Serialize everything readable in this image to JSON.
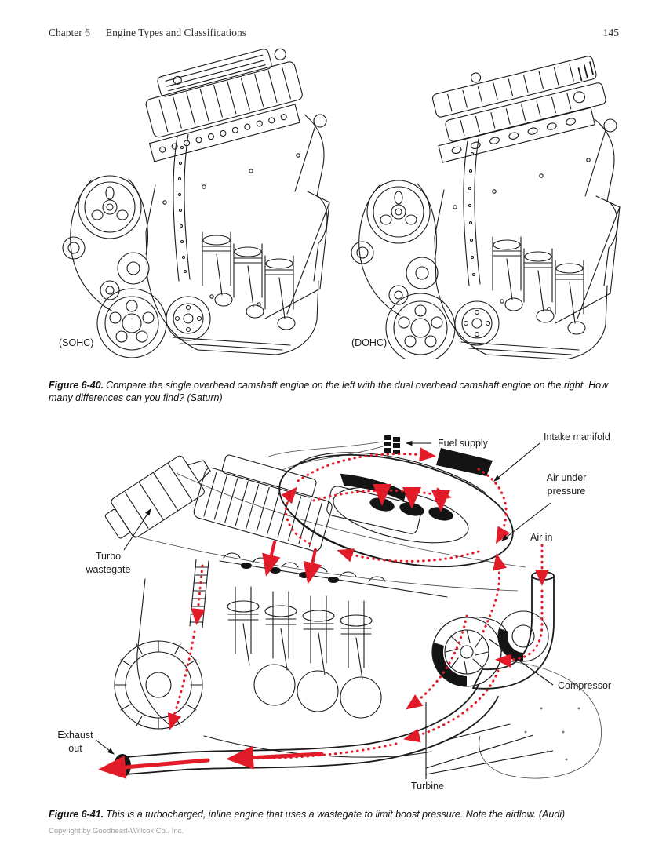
{
  "page": {
    "header": {
      "chapter": "Chapter 6",
      "title": "Engine Types and Classifications",
      "page_number": "145"
    },
    "footer": {
      "copyright": "Copyright by Goodheart-Willcox Co., Inc."
    }
  },
  "figure_6_40": {
    "left_label": "(SOHC)",
    "right_label": "(DOHC)",
    "caption_lead": "Figure 6-40.",
    "caption_body": "Compare the single overhead camshaft engine on the left with the dual overhead camshaft engine on the right. How many differences can you find? (Saturn)"
  },
  "figure_6_41": {
    "caption_lead": "Figure 6-41.",
    "caption_body": "This is a turbocharged, inline engine that uses a wastegate to limit boost pressure. Note the airflow. (Audi)",
    "flow_color": "#e11b28",
    "line_color": "#1a1a1a",
    "callouts": {
      "fuel_supply": "Fuel supply",
      "intake_manifold": "Intake manifold",
      "air_under_line1": "Air under",
      "air_under_line2": "pressure",
      "air_in": "Air in",
      "wastegate_line1": "Turbo",
      "wastegate_line2": "wastegate",
      "compressor": "Compressor",
      "exhaust_line1": "Exhaust",
      "exhaust_line2": "out",
      "turbine": "Turbine"
    }
  }
}
